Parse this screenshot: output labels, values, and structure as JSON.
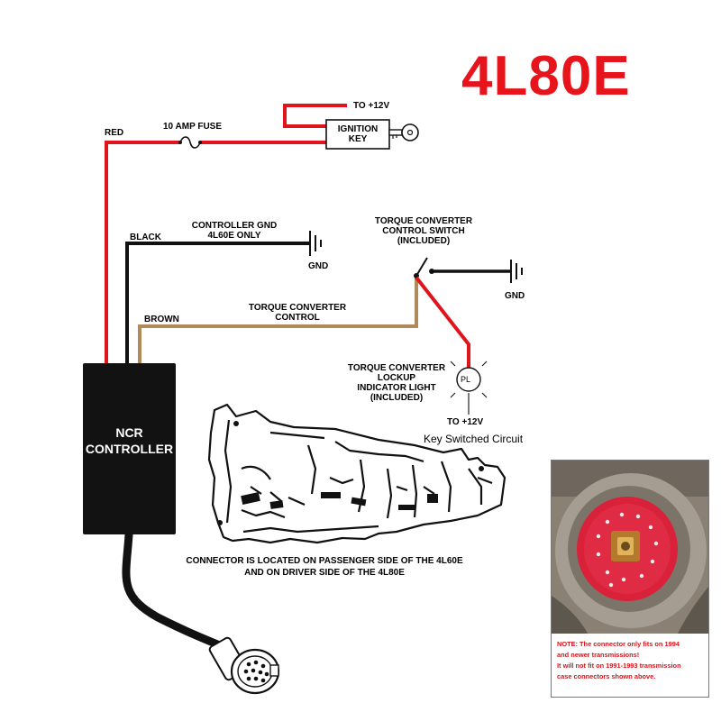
{
  "title": "4L80E",
  "colors": {
    "title": "#e8141b",
    "red_wire": "#e0141c",
    "black_wire": "#111111",
    "brown_wire": "#b08a5a",
    "controller_box": "#121212",
    "note_text": "#d8141b"
  },
  "labels": {
    "to_12v_top": "TO +12V",
    "fuse": "10 AMP FUSE",
    "red": "RED",
    "ignition_line1": "IGNITION",
    "ignition_line2": "KEY",
    "black": "BLACK",
    "controller_gnd_line1": "CONTROLLER GND",
    "controller_gnd_line2": "4L60E ONLY",
    "gnd_left": "GND",
    "tcc_switch_line1": "TORQUE CONVERTER",
    "tcc_switch_line2": "CONTROL SWITCH",
    "tcc_switch_line3": "(INCLUDED)",
    "gnd_right": "GND",
    "brown": "BROWN",
    "tcc_control_line1": "TORQUE CONVERTER",
    "tcc_control_line2": "CONTROL",
    "lockup_line1": "TORQUE CONVERTER",
    "lockup_line2": "LOCKUP",
    "lockup_line3": "INDICATOR LIGHT",
    "lockup_line4": "(INCLUDED)",
    "pl": "PL",
    "to_12v_bottom": "TO +12V",
    "key_switched": "Key Switched Circuit",
    "ncr_line1": "NCR",
    "ncr_line2": "CONTROLLER",
    "connector_line1": "CONNECTOR IS LOCATED ON PASSENGER SIDE OF THE 4L60E",
    "connector_line2": "AND ON DRIVER SIDE OF THE 4L80E"
  },
  "photo_note": {
    "line1": "NOTE: The connector only fits on 1994",
    "line2": "and newer transmissions!",
    "line3": "It will not fit on 1991-1993 transmission",
    "line4": "case connectors shown above."
  },
  "icons": {
    "ground_left": "ground-symbol-icon",
    "ground_right": "ground-symbol-icon",
    "fuse": "fuse-icon",
    "key": "ignition-key-icon",
    "switch": "switch-icon",
    "lamp": "indicator-lamp-icon",
    "plug": "harness-connector-icon"
  }
}
